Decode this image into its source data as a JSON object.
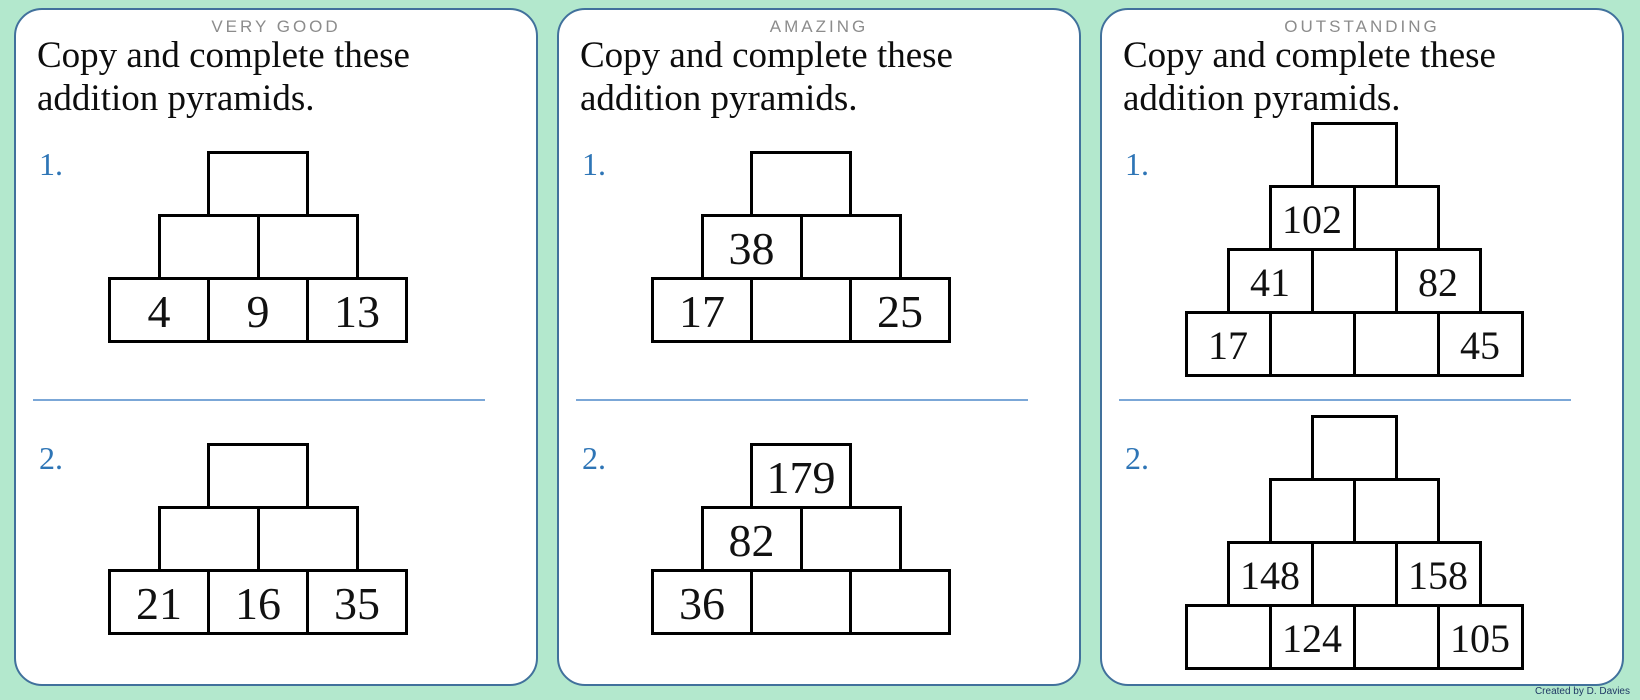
{
  "page": {
    "credit": "Created by D. Davies",
    "background_color": "#b3e8cd",
    "card_border_color": "#41719c",
    "accent_blue": "#2e75b6",
    "divider_color": "#7ba7d7",
    "award_color": "#8c8c8c"
  },
  "panels": [
    {
      "award": "VERY GOOD",
      "title_line1": "Copy and complete these",
      "title_line2": "addition pyramids.",
      "items": [
        {
          "number": "1.",
          "pyramid": [
            [
              ""
            ],
            [
              "",
              ""
            ],
            [
              "4",
              "9",
              "13"
            ]
          ]
        },
        {
          "number": "2.",
          "pyramid": [
            [
              ""
            ],
            [
              "",
              ""
            ],
            [
              "21",
              "16",
              "35"
            ]
          ]
        }
      ]
    },
    {
      "award": "AMAZING",
      "title_line1": "Copy and complete these",
      "title_line2": "addition pyramids.",
      "items": [
        {
          "number": "1.",
          "pyramid": [
            [
              ""
            ],
            [
              "38",
              ""
            ],
            [
              "17",
              "",
              "25"
            ]
          ]
        },
        {
          "number": "2.",
          "pyramid": [
            [
              "179"
            ],
            [
              "82",
              ""
            ],
            [
              "36",
              "",
              ""
            ]
          ]
        }
      ]
    },
    {
      "award": "OUTSTANDING",
      "title_line1": "Copy and complete these",
      "title_line2": "addition pyramids.",
      "items": [
        {
          "number": "1.",
          "pyramid": [
            [
              ""
            ],
            [
              "102",
              ""
            ],
            [
              "41",
              "",
              "82"
            ],
            [
              "17",
              "",
              "",
              "45"
            ]
          ]
        },
        {
          "number": "2.",
          "pyramid": [
            [
              ""
            ],
            [
              "",
              ""
            ],
            [
              "148",
              "",
              "158"
            ],
            [
              "",
              "124",
              "",
              "105"
            ]
          ]
        }
      ]
    }
  ]
}
